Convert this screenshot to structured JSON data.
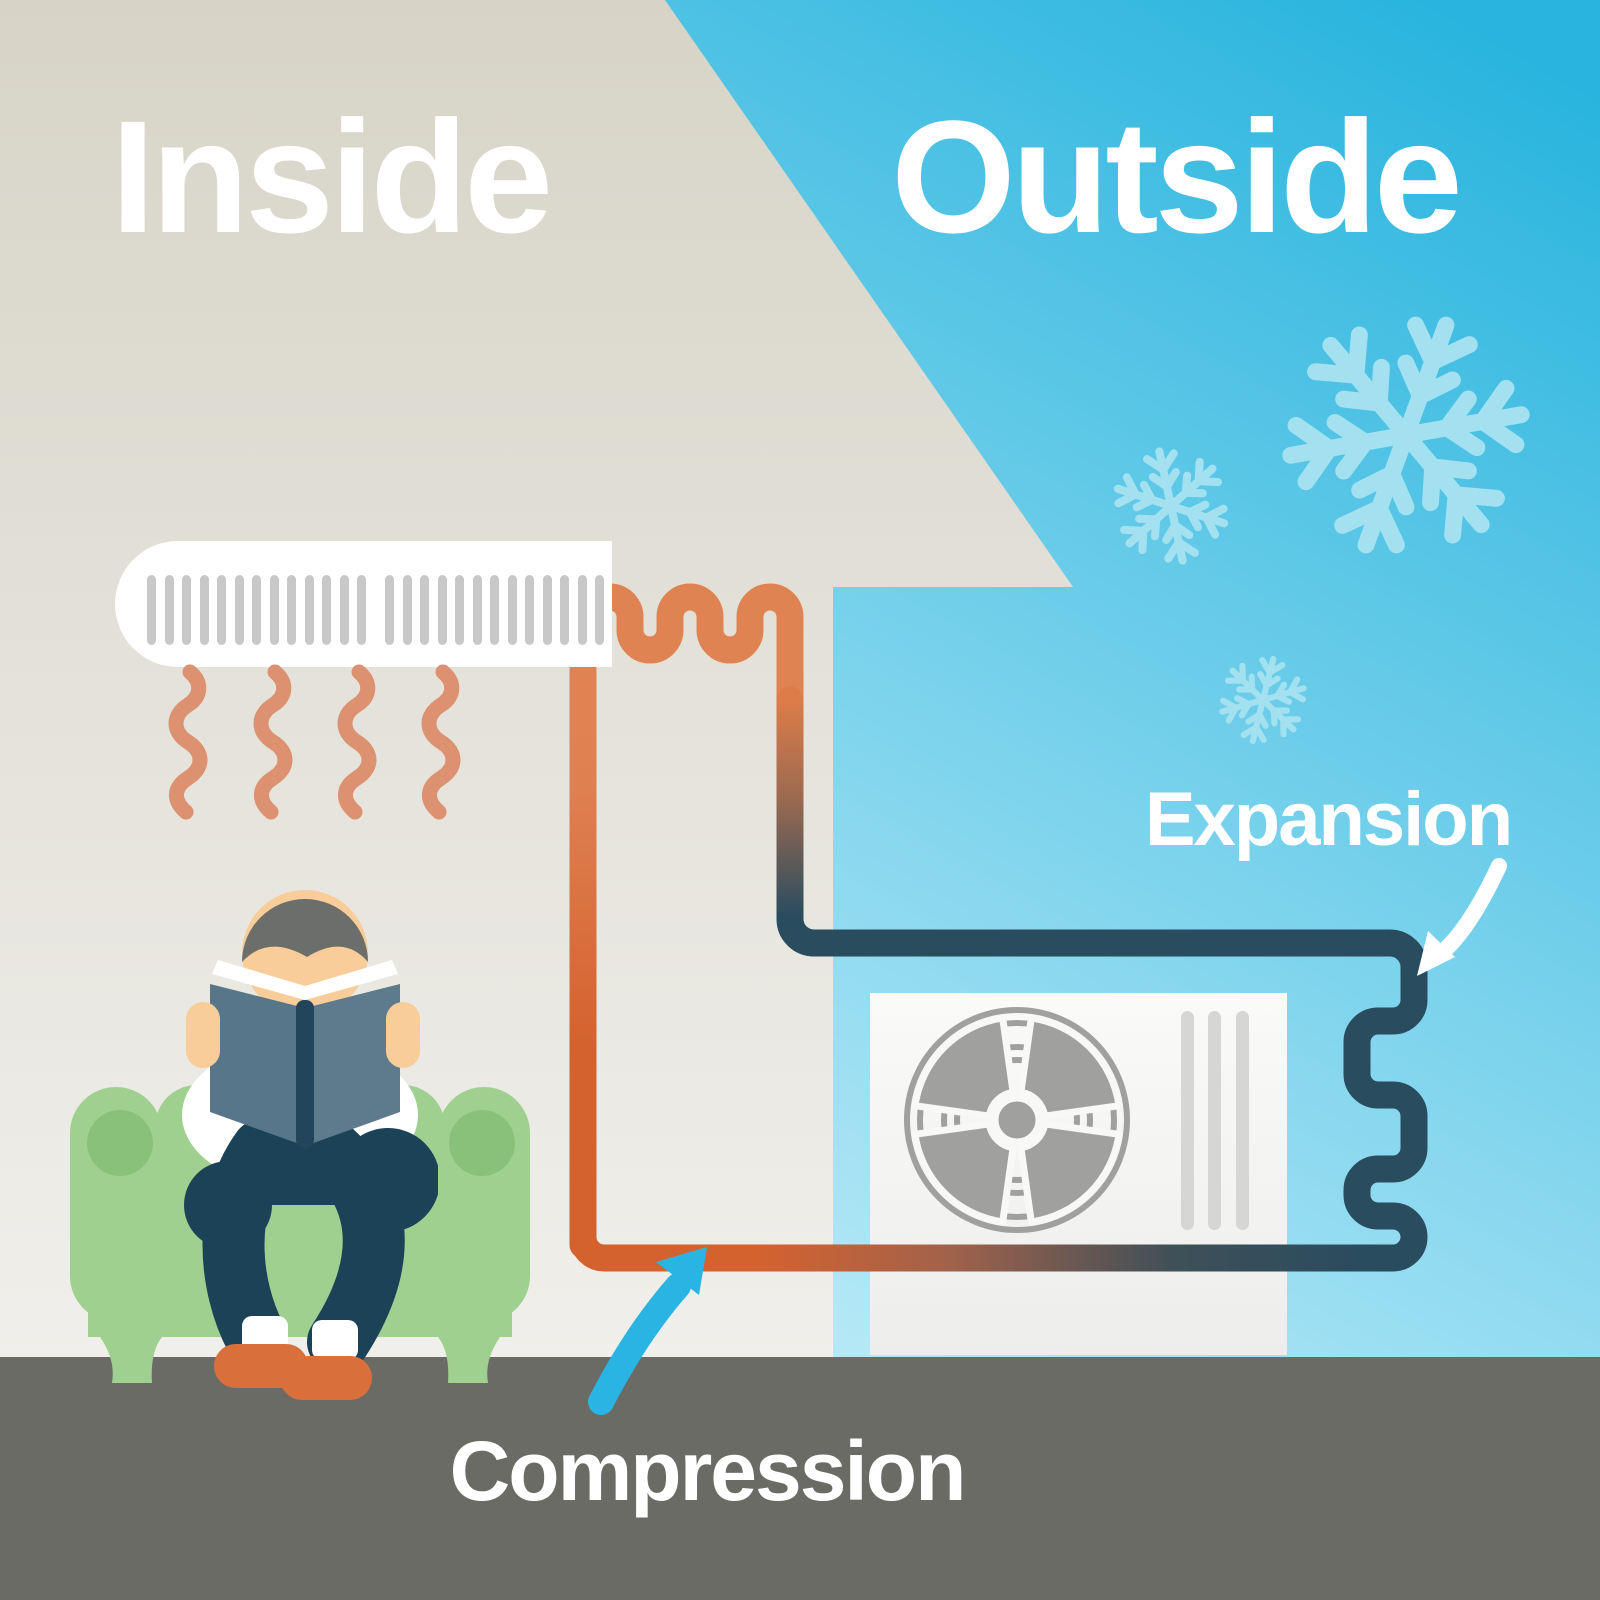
{
  "labels": {
    "inside": "Inside",
    "outside": "Outside",
    "expansion": "Expansion",
    "compression": "Compression"
  },
  "colors": {
    "text_light": "#ffffff",
    "inside_bg_top": "#d7d4c7",
    "inside_bg_bottom": "#f0efeb",
    "outside_bg_deep": "#28b4de",
    "outside_bg_light": "#b5e8f6",
    "floor": "#6b6b66",
    "hot_pipe": "#d4622f",
    "hot_pipe_light": "#e0824f",
    "cold_pipe": "#294c5f",
    "heat_wave": "#dc9170",
    "snowflake": "#a3e1f1",
    "unit_white": "#f8f8f6",
    "slat_gray": "#c8c8c8",
    "fan_gray": "#a0a09e",
    "chair_green": "#a0d08f",
    "chair_green_dark": "#89c17b",
    "pants_navy": "#1c4257",
    "book_cover": "#5e7b8d",
    "book_spine": "#23455c",
    "skin": "#f8cd9a",
    "hair_gray": "#6b6e6a",
    "slipper_orange": "#d9703c",
    "arrow_blue": "#29b4e4"
  },
  "scene": {
    "process_steps": [
      "Expansion",
      "Compression"
    ],
    "zones": [
      "Inside",
      "Outside"
    ]
  }
}
